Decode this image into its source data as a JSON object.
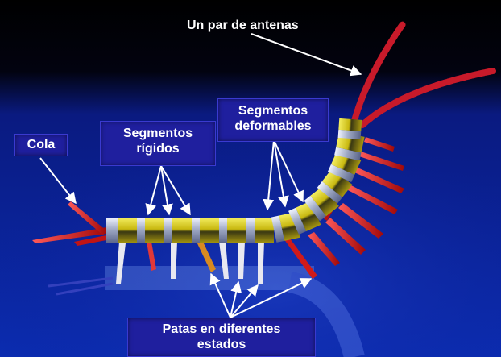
{
  "labels": {
    "antenas": "Un par de antenas",
    "cola": "Cola",
    "rigidos_1": "Segmentos",
    "rigidos_2": "rígidos",
    "deformables_1": "Segmentos",
    "deformables_2": "deformables",
    "patas_1": "Patas en diferentes",
    "patas_2": "estados"
  },
  "colors": {
    "background_top": "#000000",
    "background_blue": "#0b1f9a",
    "label_box": "#1f1f9e",
    "segment_yellow": "#d8d016",
    "segment_dark": "#2a2a10",
    "joint_silver": "#c8d0e0",
    "leg_red": "#e01818",
    "leg_white": "#e8e8f0",
    "antenna_red": "#c81a2a"
  }
}
